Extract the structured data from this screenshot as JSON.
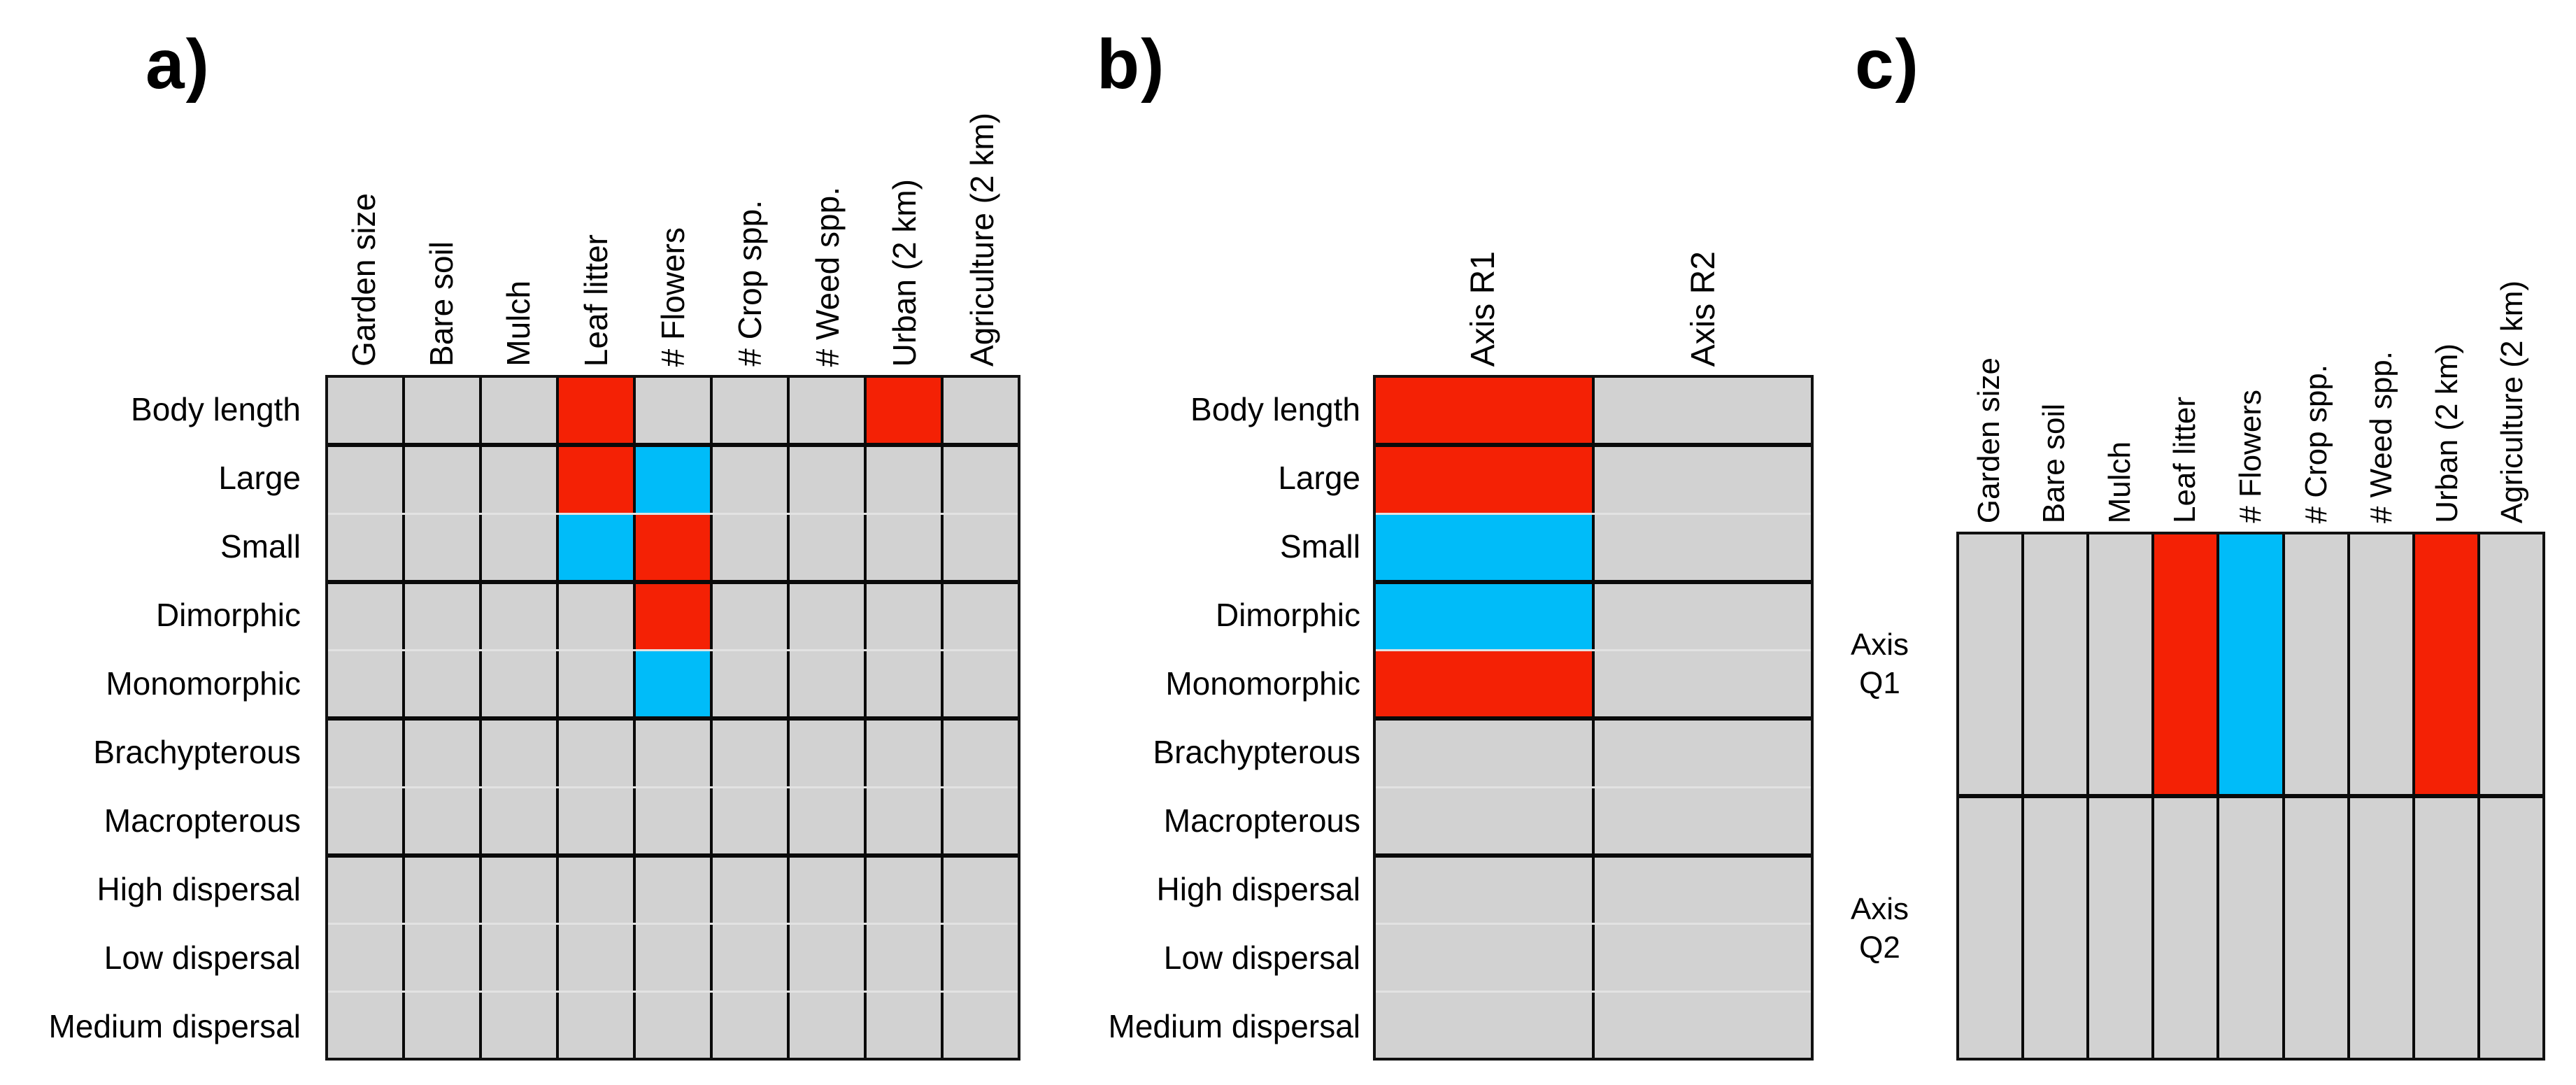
{
  "colors": {
    "r": "#f42105",
    "b": "#00bcf9",
    "g": "#d2d2d2",
    "grid_line": "#0a0a0a",
    "thin_separator": "#e2e2e2",
    "background": "#ffffff",
    "text": "#000000"
  },
  "chart_data": [
    {
      "id": "a",
      "type": "heatmap",
      "panel_label": "a)",
      "columns": [
        "Garden size",
        "Bare soil",
        "Mulch",
        "Leaf litter",
        "# Flowers",
        "# Crop spp.",
        "# Weed spp.",
        "Urban (2 km)",
        "Agriculture (2 km)"
      ],
      "rows": [
        "Body length",
        "Large",
        "Small",
        "Dimorphic",
        "Monomorphic",
        "Brachypterous",
        "Macropterous",
        "High dispersal",
        "Low dispersal",
        "Medium dispersal"
      ],
      "row_groups": [
        [
          0
        ],
        [
          1,
          2
        ],
        [
          3,
          4
        ],
        [
          5,
          6
        ],
        [
          7,
          8,
          9
        ]
      ],
      "group_breaks_after_rows": [
        0,
        2,
        4,
        6
      ],
      "cell_color_codes": [
        [
          "g",
          "g",
          "g",
          "r",
          "g",
          "g",
          "g",
          "r",
          "g"
        ],
        [
          "g",
          "g",
          "g",
          "r",
          "b",
          "g",
          "g",
          "g",
          "g"
        ],
        [
          "g",
          "g",
          "g",
          "b",
          "r",
          "g",
          "g",
          "g",
          "g"
        ],
        [
          "g",
          "g",
          "g",
          "g",
          "r",
          "g",
          "g",
          "g",
          "g"
        ],
        [
          "g",
          "g",
          "g",
          "g",
          "b",
          "g",
          "g",
          "g",
          "g"
        ],
        [
          "g",
          "g",
          "g",
          "g",
          "g",
          "g",
          "g",
          "g",
          "g"
        ],
        [
          "g",
          "g",
          "g",
          "g",
          "g",
          "g",
          "g",
          "g",
          "g"
        ],
        [
          "g",
          "g",
          "g",
          "g",
          "g",
          "g",
          "g",
          "g",
          "g"
        ],
        [
          "g",
          "g",
          "g",
          "g",
          "g",
          "g",
          "g",
          "g",
          "g"
        ],
        [
          "g",
          "g",
          "g",
          "g",
          "g",
          "g",
          "g",
          "g",
          "g"
        ]
      ]
    },
    {
      "id": "b",
      "type": "heatmap",
      "panel_label": "b)",
      "columns": [
        "Axis R1",
        "Axis R2"
      ],
      "rows": [
        "Body length",
        "Large",
        "Small",
        "Dimorphic",
        "Monomorphic",
        "Brachypterous",
        "Macropterous",
        "High dispersal",
        "Low dispersal",
        "Medium dispersal"
      ],
      "row_groups": [
        [
          0
        ],
        [
          1,
          2
        ],
        [
          3,
          4
        ],
        [
          5,
          6
        ],
        [
          7,
          8,
          9
        ]
      ],
      "group_breaks_after_rows": [
        0,
        2,
        4,
        6
      ],
      "cell_color_codes": [
        [
          "r",
          "g"
        ],
        [
          "r",
          "g"
        ],
        [
          "b",
          "g"
        ],
        [
          "b",
          "g"
        ],
        [
          "r",
          "g"
        ],
        [
          "g",
          "g"
        ],
        [
          "g",
          "g"
        ],
        [
          "g",
          "g"
        ],
        [
          "g",
          "g"
        ],
        [
          "g",
          "g"
        ]
      ]
    },
    {
      "id": "c",
      "type": "heatmap",
      "panel_label": "c)",
      "columns": [
        "Garden size",
        "Bare soil",
        "Mulch",
        "Leaf litter",
        "# Flowers",
        "# Crop spp.",
        "# Weed spp.",
        "Urban (2 km)",
        "Agriculture (2 km)"
      ],
      "rows": [
        "Axis Q1",
        "Axis Q2"
      ],
      "row_label_lines": [
        [
          "Axis",
          "Q1"
        ],
        [
          "Axis",
          "Q2"
        ]
      ],
      "row_groups": [
        [
          0
        ],
        [
          1
        ]
      ],
      "group_breaks_after_rows": [
        0
      ],
      "cell_color_codes": [
        [
          "g",
          "g",
          "g",
          "r",
          "b",
          "g",
          "g",
          "r",
          "g"
        ],
        [
          "g",
          "g",
          "g",
          "g",
          "g",
          "g",
          "g",
          "g",
          "g"
        ]
      ]
    }
  ]
}
